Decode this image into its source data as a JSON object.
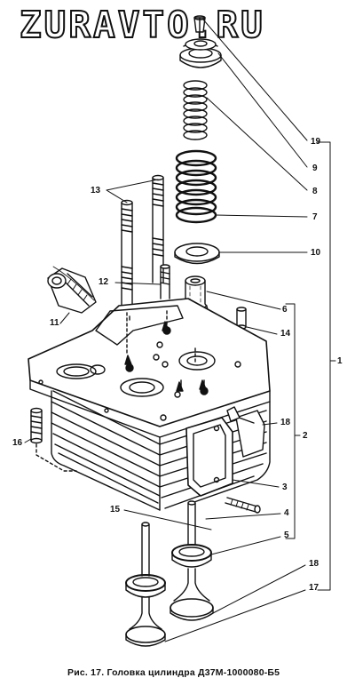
{
  "watermark": "ZURAVTO.RU",
  "caption": "Рис. 17. Головка цилиндра Д37М-1000080-Б5",
  "callouts": {
    "n1": "1",
    "n2": "2",
    "n3": "3",
    "n4": "4",
    "n5": "5",
    "n6": "6",
    "n7": "7",
    "n8": "8",
    "n9": "9",
    "n10": "10",
    "n11": "11",
    "n12": "12",
    "n13": "13",
    "n14": "14",
    "n15": "15",
    "n16": "16",
    "n17": "17",
    "n18a": "18",
    "n18b": "18",
    "n19": "19"
  }
}
